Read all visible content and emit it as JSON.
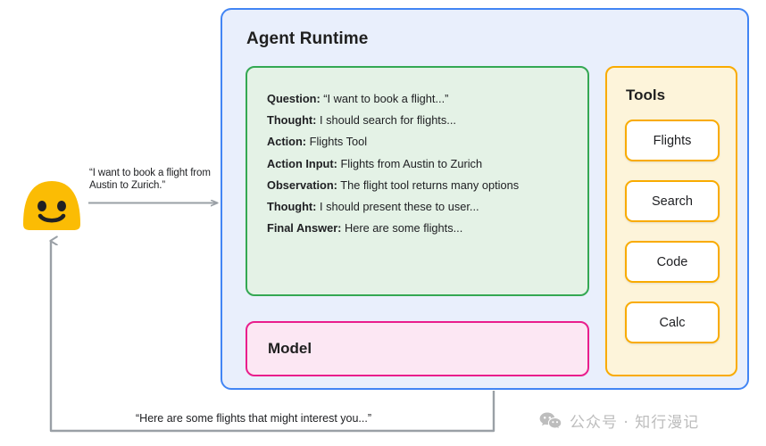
{
  "user": {
    "avatar_icon": "smiley-face-icon",
    "avatar_color": "#fbbc04",
    "request_text": "“I want to book a flight from Austin to Zurich.”",
    "response_text": "“Here are some flights that might interest you...”"
  },
  "runtime": {
    "title": "Agent Runtime",
    "border_color": "#4285f4",
    "fill_color": "#e9effc"
  },
  "trace": {
    "border_color": "#34a853",
    "fill_color": "#e4f2e6",
    "lines": [
      {
        "label": "Question:",
        "value": "“I want to book a flight...”"
      },
      {
        "label": "Thought:",
        "value": "I should search for flights..."
      },
      {
        "label": "Action:",
        "value": "Flights Tool"
      },
      {
        "label": "Action Input:",
        "value": "Flights from Austin to Zurich"
      },
      {
        "label": "Observation:",
        "value": "The flight tool returns many options"
      },
      {
        "label": "Thought:",
        "value": "I should present these to user..."
      },
      {
        "label": "Final Answer:",
        "value": "Here are some flights..."
      }
    ]
  },
  "model": {
    "title": "Model",
    "border_color": "#e91e8c",
    "fill_color": "#fce7f3"
  },
  "tools": {
    "title": "Tools",
    "border_color": "#f9ab00",
    "fill_color": "#fdf4da",
    "items": [
      {
        "label": "Flights"
      },
      {
        "label": "Search"
      },
      {
        "label": "Code"
      },
      {
        "label": "Calc"
      }
    ]
  },
  "connectors": {
    "arrow_color": "#9aa0a6",
    "request_arrow": "user-to-runtime-arrow",
    "response_arrow": "runtime-to-user-arrow"
  },
  "watermark": {
    "icon": "wechat-icon",
    "text": "公众号 · 知行漫记",
    "color": "#bdbdbd"
  }
}
